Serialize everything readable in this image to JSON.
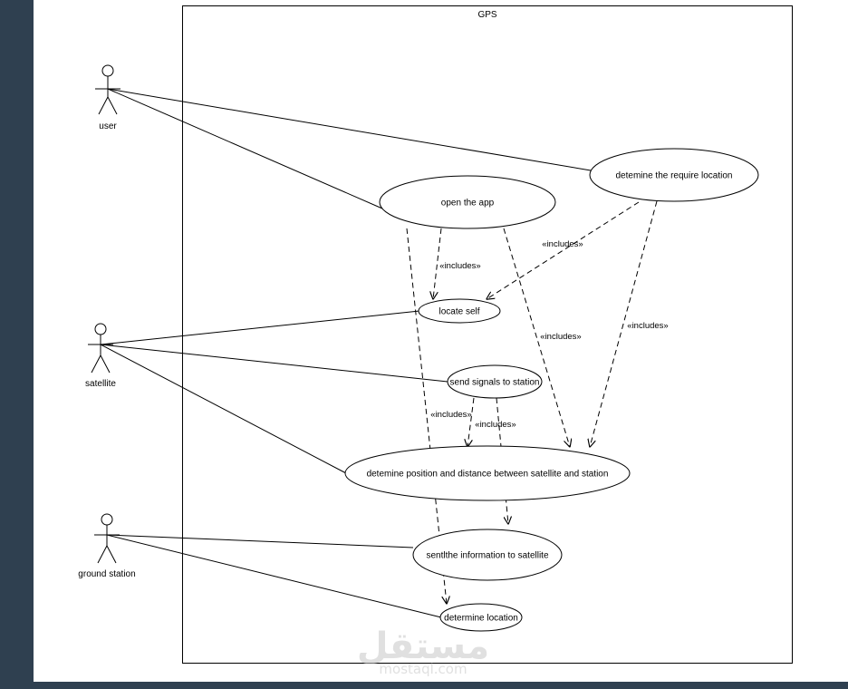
{
  "diagram": {
    "system_title": "GPS",
    "actors": [
      {
        "id": "user",
        "label": "user"
      },
      {
        "id": "satellite",
        "label": "satellite"
      },
      {
        "id": "ground",
        "label": "ground station"
      }
    ],
    "use_cases": [
      {
        "id": "require",
        "label": "detemine the require location"
      },
      {
        "id": "open",
        "label": "open the app"
      },
      {
        "id": "locate",
        "label": "locate self"
      },
      {
        "id": "signals",
        "label": "send signals to station"
      },
      {
        "id": "position",
        "label": "detemine position and distance between satellite and station"
      },
      {
        "id": "sentinfo",
        "label": "sentlthe information to satellite"
      },
      {
        "id": "detloc",
        "label": "determine location"
      }
    ],
    "includes_label": "«includes»",
    "associations": [
      {
        "from": "user",
        "to": "require"
      },
      {
        "from": "user",
        "to": "open"
      },
      {
        "from": "satellite",
        "to": "locate"
      },
      {
        "from": "satellite",
        "to": "signals"
      },
      {
        "from": "satellite",
        "to": "position"
      },
      {
        "from": "ground",
        "to": "sentinfo"
      },
      {
        "from": "ground",
        "to": "detloc"
      }
    ],
    "includes": [
      {
        "from": "open",
        "to": "locate"
      },
      {
        "from": "require",
        "to": "locate"
      },
      {
        "from": "open",
        "to": "position"
      },
      {
        "from": "require",
        "to": "position"
      },
      {
        "from": "signals",
        "to": "position"
      },
      {
        "from": "signals",
        "to": "sentinfo"
      },
      {
        "from": "open",
        "to": "detloc"
      }
    ]
  },
  "watermark": {
    "arabic": "مستقل",
    "latin": "mostaql.com"
  },
  "colors": {
    "frame": "#2f4050",
    "canvas": "#ffffff",
    "line": "#000000"
  }
}
